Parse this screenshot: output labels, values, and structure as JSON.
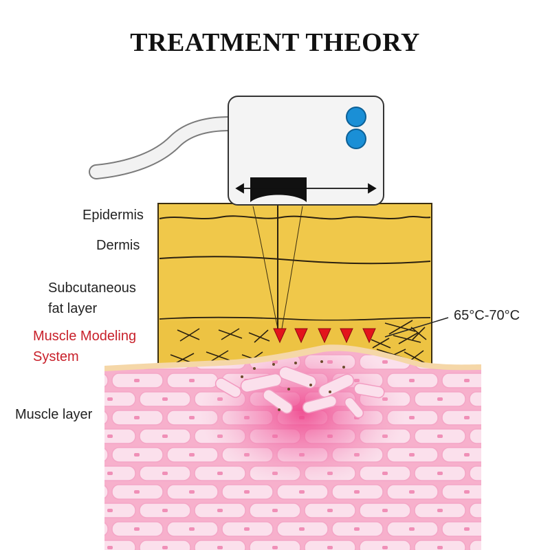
{
  "title": "TREATMENT THEORY",
  "labels": {
    "epidermis": "Epidermis",
    "dermis": "Dermis",
    "subcutaneous_line1": "Subcutaneous",
    "subcutaneous_line2": "fat layer",
    "muscle_modeling_line1": "Muscle Modeling",
    "muscle_modeling_line2": "System",
    "muscle_layer": "Muscle layer",
    "temperature": "65°C-70°C"
  },
  "colors": {
    "skin_yellow": "#f0c84a",
    "muscle_pink": "#f7b6cf",
    "highlight_red": "#c8202a",
    "button_blue": "#1a8fd6"
  },
  "icons": {
    "handpiece_buttons": "circle-button-icon",
    "slide_arrow": "double-arrow-icon",
    "focus_marker": "red-triangle-icon"
  }
}
